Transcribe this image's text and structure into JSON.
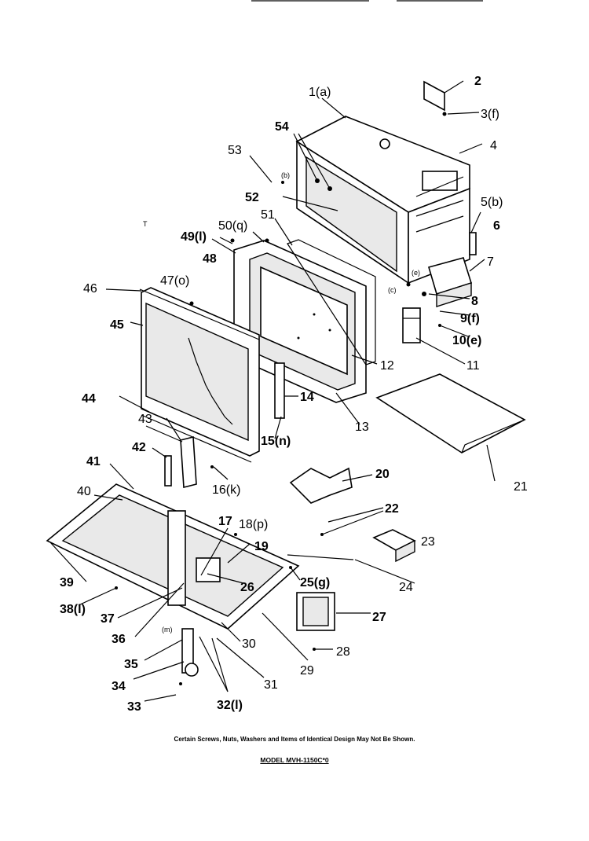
{
  "labels": {
    "l1": "1(a)",
    "l2": "2",
    "l3": "3(f)",
    "l4": "4",
    "l5": "5(b)",
    "l6": "6",
    "l7": "7",
    "l8": "8",
    "l9": "9(f)",
    "l10": "10(e)",
    "l11": "11",
    "l12": "12",
    "l13": "13",
    "l14": "14",
    "l15": "15(n)",
    "l16": "16(k)",
    "l17": "17",
    "l18": "18(p)",
    "l19": "19",
    "l20": "20",
    "l21": "21",
    "l22": "22",
    "l23": "23",
    "l24": "24",
    "l25": "25(g)",
    "l26": "26",
    "l27": "27",
    "l28": "28",
    "l29": "29",
    "l30": "30",
    "l31": "31",
    "l32": "32(l)",
    "l33": "33",
    "l34": "34",
    "l35": "35",
    "l36": "36",
    "l37": "37",
    "l38": "38(l)",
    "l39": "39",
    "l40": "40",
    "l41": "41",
    "l42": "42",
    "l43": "43",
    "l44": "44",
    "l45": "45",
    "l46": "46",
    "l47": "47(o)",
    "l48": "48",
    "l49": "49(l)",
    "l50": "50(q)",
    "l51": "51",
    "l52": "52",
    "l53": "53",
    "l54": "54"
  },
  "small_marks": {
    "b": "(b)",
    "c": "(c)",
    "e": "(e)",
    "m": "(m)",
    "t": "T"
  },
  "footnote": "Certain Screws, Nuts, Washers and Items of Identical Design May Not Be Shown.",
  "model": "MODEL MVH-1150C*0"
}
